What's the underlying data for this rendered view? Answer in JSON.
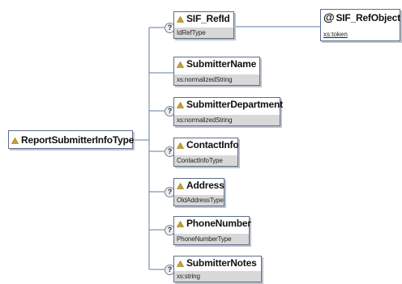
{
  "root": {
    "name": "ReportSubmitterInfoType"
  },
  "children": [
    {
      "name": "SIF_RefId",
      "type": "IdRefType",
      "optional": true
    },
    {
      "name": "SubmitterName",
      "type": "xs:normalizedString",
      "optional": false
    },
    {
      "name": "SubmitterDepartment",
      "type": "xs:normalizedString",
      "optional": true
    },
    {
      "name": "ContactInfo",
      "type": "ContactInfoType",
      "optional": true
    },
    {
      "name": "Address",
      "type": "OldAddressType",
      "optional": true
    },
    {
      "name": "PhoneNumber",
      "type": "PhoneNumberType",
      "optional": true
    },
    {
      "name": "SubmitterNotes",
      "type": "xs:string",
      "optional": true
    }
  ],
  "attribute": {
    "symbol": "@",
    "name": "SIF_RefObject",
    "type": "xs:token"
  },
  "optional_marker": "?",
  "colors": {
    "line": "#5f7ea0",
    "icon": "#c9a227",
    "type_bar": "#d8d8d8"
  }
}
